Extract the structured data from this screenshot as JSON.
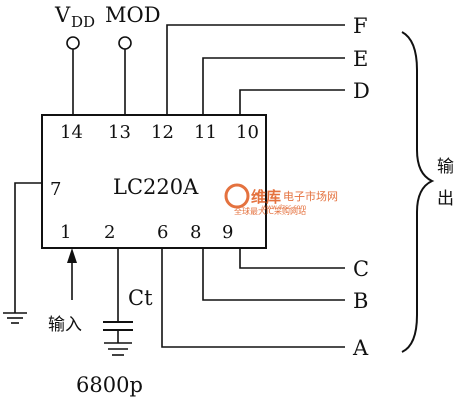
{
  "terminals": {
    "vdd_main": "V",
    "vdd_sub": "DD",
    "mod": "MOD"
  },
  "chip": {
    "name": "LC220A",
    "pins": {
      "p14": "14",
      "p13": "13",
      "p12": "12",
      "p11": "11",
      "p10": "10",
      "p7": "7",
      "p1": "1",
      "p2": "2",
      "p6": "6",
      "p8": "8",
      "p9": "9"
    }
  },
  "outputs": {
    "F": "F",
    "E": "E",
    "D": "D",
    "C": "C",
    "B": "B",
    "A": "A",
    "group_label_1": "输",
    "group_label_2": "出"
  },
  "input_label": "输入",
  "capacitor": {
    "label": "Ct",
    "value": "6800p"
  },
  "watermark": {
    "logo": "维库",
    "site": "电子市场网",
    "slogan": "全球最大IC采购网站",
    "url": "www.dzsc.com"
  }
}
